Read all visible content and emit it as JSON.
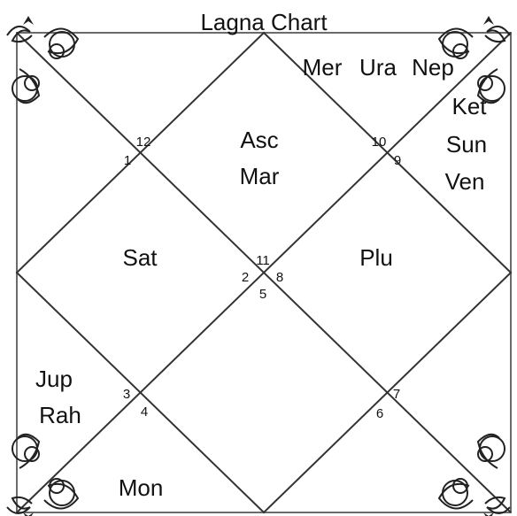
{
  "title": "Lagna Chart",
  "planets": {
    "house1": [
      "Asc",
      "Mar"
    ],
    "house12": [
      "Mer",
      "Ura",
      "Nep"
    ],
    "house11": [
      "Ket",
      "Sun",
      "Ven"
    ],
    "house2": [
      "Sat"
    ],
    "house10": [
      "Plu"
    ],
    "house3": [
      "Jup",
      "Rah"
    ],
    "house4": [
      "Mon"
    ]
  },
  "house_numbers": {
    "top_left": [
      "12",
      "1"
    ],
    "top_right": [
      "10",
      "9"
    ],
    "center": [
      "11",
      "2",
      "8",
      "5"
    ],
    "bottom_left": [
      "3",
      "4"
    ],
    "bottom_right": [
      "7",
      "6"
    ]
  }
}
